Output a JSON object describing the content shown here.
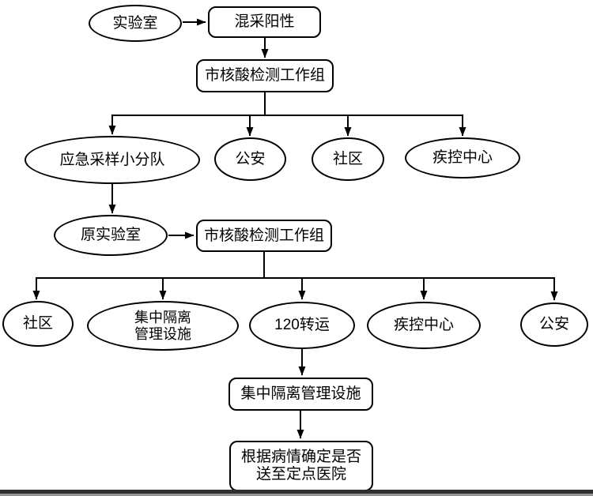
{
  "diagram": {
    "type": "flowchart",
    "colors": {
      "background": "#ffffff",
      "stroke": "#000000",
      "bottom_bar_dark": "#2e2e2e",
      "bottom_bar_light": "#969696"
    },
    "nodes": {
      "lab": {
        "shape": "ellipse",
        "label": "实验室"
      },
      "mixed_positive": {
        "shape": "rounded-rect",
        "label": "混采阳性"
      },
      "working_group_1": {
        "shape": "rounded-rect",
        "label": "市核酸检测工作组"
      },
      "emergency_team": {
        "shape": "ellipse",
        "label": "应急采样小分队"
      },
      "police_1": {
        "shape": "ellipse",
        "label": "公安"
      },
      "community_1": {
        "shape": "ellipse",
        "label": "社区"
      },
      "cdc_1": {
        "shape": "ellipse",
        "label": "疾控中心"
      },
      "original_lab": {
        "shape": "ellipse",
        "label": "原实验室"
      },
      "working_group_2": {
        "shape": "rounded-rect",
        "label": "市核酸检测工作组"
      },
      "community_2": {
        "shape": "ellipse",
        "label": "社区"
      },
      "isolation_facility_1": {
        "shape": "ellipse",
        "line1": "集中隔离",
        "line2": "管理设施"
      },
      "transfer_120": {
        "shape": "ellipse",
        "label": "120转运"
      },
      "cdc_2": {
        "shape": "ellipse",
        "label": "疾控中心"
      },
      "police_2": {
        "shape": "ellipse",
        "label": "公安"
      },
      "isolation_facility_2": {
        "shape": "rounded-rect",
        "label": "集中隔离管理设施"
      },
      "hospital_decision": {
        "shape": "rounded-rect",
        "line1": "根据病情确定是否",
        "line2": "送至定点医院"
      }
    },
    "edges": [
      {
        "from": "lab",
        "to": "mixed_positive"
      },
      {
        "from": "mixed_positive",
        "to": "working_group_1"
      },
      {
        "from": "working_group_1",
        "to": "emergency_team"
      },
      {
        "from": "working_group_1",
        "to": "police_1"
      },
      {
        "from": "working_group_1",
        "to": "community_1"
      },
      {
        "from": "working_group_1",
        "to": "cdc_1"
      },
      {
        "from": "emergency_team",
        "to": "original_lab"
      },
      {
        "from": "original_lab",
        "to": "working_group_2"
      },
      {
        "from": "working_group_2",
        "to": "community_2"
      },
      {
        "from": "working_group_2",
        "to": "isolation_facility_1"
      },
      {
        "from": "working_group_2",
        "to": "transfer_120"
      },
      {
        "from": "working_group_2",
        "to": "cdc_2"
      },
      {
        "from": "working_group_2",
        "to": "police_2"
      },
      {
        "from": "transfer_120",
        "to": "isolation_facility_2"
      },
      {
        "from": "isolation_facility_2",
        "to": "hospital_decision"
      }
    ]
  }
}
